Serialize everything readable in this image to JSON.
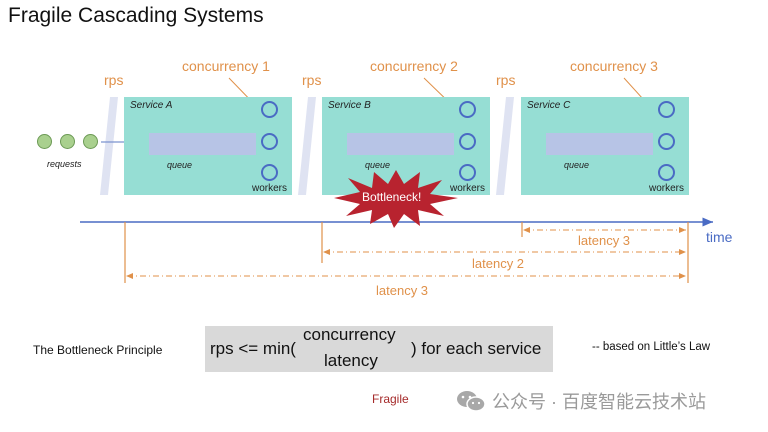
{
  "title": "Fragile Cascading Systems",
  "colors": {
    "accent_orange": "#e0914a",
    "service_fill": "#96ded4",
    "queue_fill": "#b7c4e6",
    "worker_stroke": "#4a6bc4",
    "timeline_blue": "#4a6bc4",
    "bottleneck_red": "#b8232f",
    "fragile_red": "#a52a2a"
  },
  "requests": {
    "label": "requests",
    "count": 3
  },
  "rps_label": "rps",
  "services": [
    {
      "name": "Service A",
      "concurrency_label": "concurrency 1",
      "queue_label": "queue",
      "workers_label": "workers"
    },
    {
      "name": "Service B",
      "concurrency_label": "concurrency 2",
      "queue_label": "queue",
      "workers_label": "workers"
    },
    {
      "name": "Service C",
      "concurrency_label": "concurrency 3",
      "queue_label": "queue",
      "workers_label": "workers"
    }
  ],
  "bottleneck": {
    "label": "Bottleneck!",
    "service": "Service B"
  },
  "timeline": {
    "label": "time"
  },
  "latencies": [
    {
      "label": "latency 3"
    },
    {
      "label": "latency 2"
    },
    {
      "label": "latency 3"
    }
  ],
  "principle": {
    "name": "The Bottleneck Principle",
    "formula_prefix": "rps <= min(",
    "numerator": "concurrency",
    "denominator": "latency",
    "formula_suffix": ") for each service",
    "attribution": "-- based on Little’s Law"
  },
  "footer": {
    "fragile": "Fragile",
    "watermark": "公众号 · 百度智能云技术站"
  }
}
